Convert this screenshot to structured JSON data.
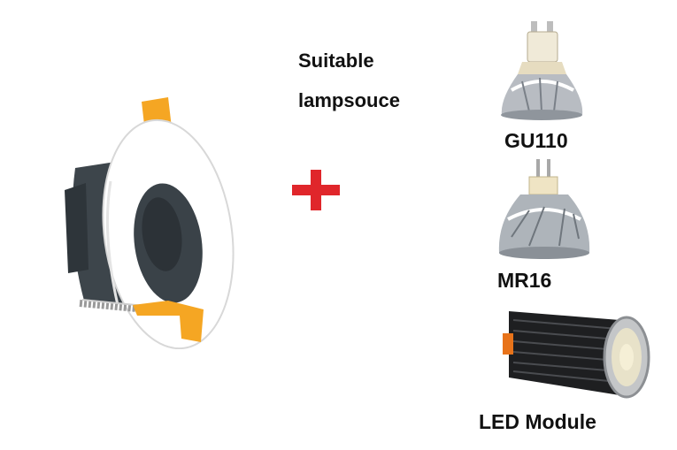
{
  "heading": {
    "line1": "Suitable",
    "line2": "lampsouce"
  },
  "lamps": [
    {
      "label": "GU110"
    },
    {
      "label": "MR16"
    },
    {
      "label": "LED Module"
    }
  ],
  "colors": {
    "plus": "#e0262b",
    "clip": "#f5a623",
    "housing": "#3a4248",
    "ring": "#ffffff"
  },
  "icons": {
    "downlight": "recessed-downlight-fixture",
    "plus": "plus-sign",
    "gu10": "gu10-halogen-bulb",
    "mr16": "mr16-halogen-bulb",
    "led": "led-module"
  }
}
